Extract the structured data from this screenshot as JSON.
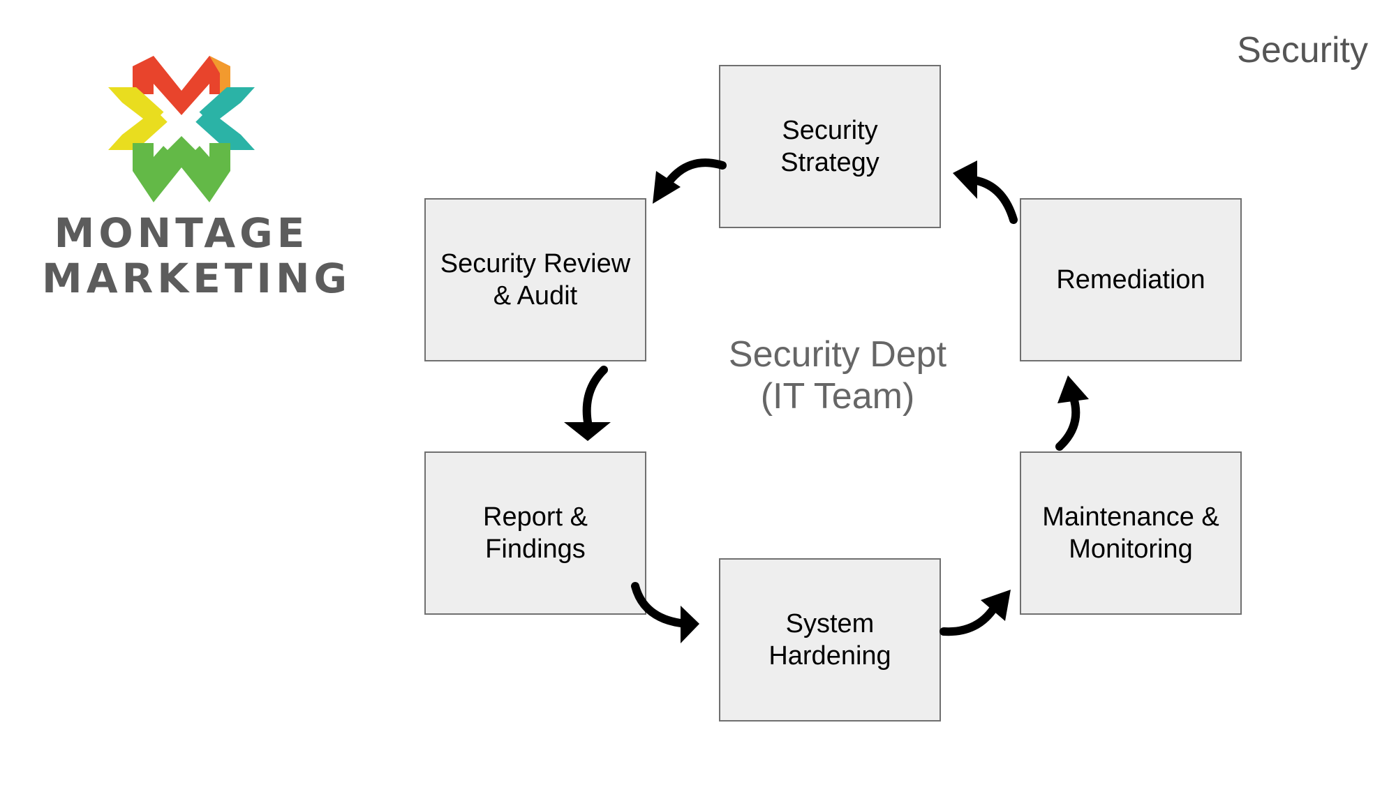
{
  "page": {
    "corner_title": "Security"
  },
  "logo": {
    "line_1": "MONTAGE",
    "line_2": "MARKETING",
    "colors": {
      "red": "#e8442c",
      "orange": "#f29a2e",
      "yellow": "#e9dd1f",
      "green": "#63b947",
      "teal": "#2bb3a6"
    }
  },
  "diagram": {
    "center_label": "Security Dept\n(IT Team)",
    "nodes": [
      {
        "id": "strategy",
        "label": "Security\nStrategy"
      },
      {
        "id": "remediation",
        "label": "Remediation"
      },
      {
        "id": "maintenance",
        "label": "Maintenance &\nMonitoring"
      },
      {
        "id": "hardening",
        "label": "System\nHardening"
      },
      {
        "id": "report",
        "label": "Report &\nFindings"
      },
      {
        "id": "review",
        "label": "Security Review\n& Audit"
      }
    ],
    "edges": [
      {
        "from": "strategy",
        "to": "review"
      },
      {
        "from": "review",
        "to": "report"
      },
      {
        "from": "report",
        "to": "hardening"
      },
      {
        "from": "hardening",
        "to": "maintenance"
      },
      {
        "from": "maintenance",
        "to": "remediation"
      },
      {
        "from": "remediation",
        "to": "strategy"
      }
    ],
    "colors": {
      "box_fill": "#eeeeee",
      "box_border": "#6f6f6f",
      "arrow": "#000000",
      "center_text": "#666666"
    }
  }
}
